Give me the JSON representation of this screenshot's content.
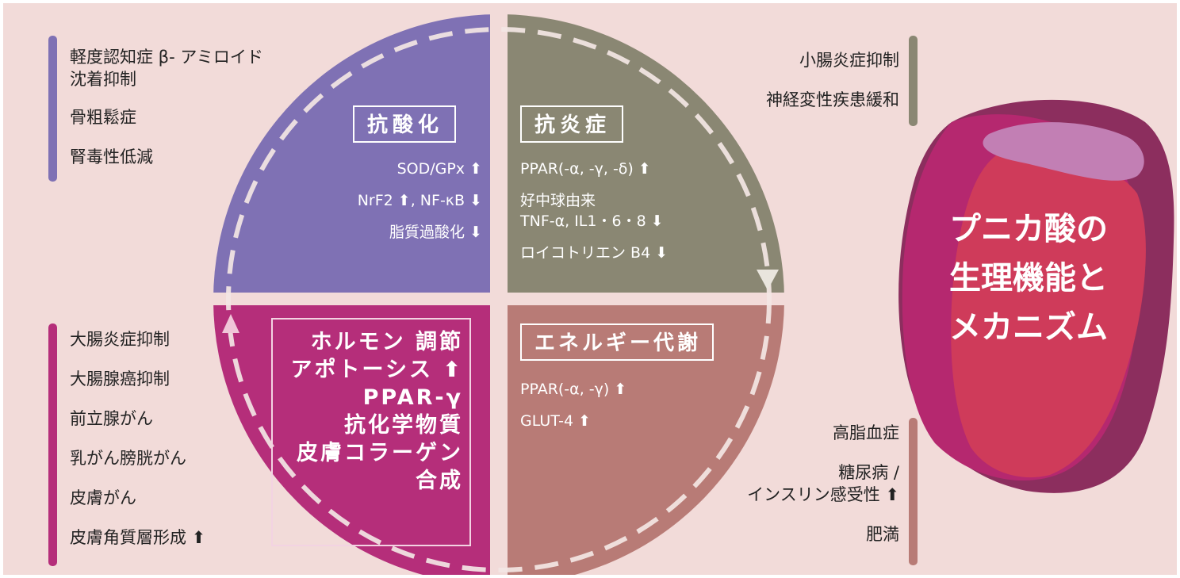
{
  "colors": {
    "background": "#f2dbd9",
    "purple": "#7f71b4",
    "olive": "#8a8773",
    "magenta": "#b52e7a",
    "rose": "#b87b76",
    "fruit_dark": "#8c2e5e",
    "fruit_mid": "#b5286f",
    "fruit_red": "#cf3b5a",
    "fruit_highlight": "#c27fb4"
  },
  "left_top": {
    "items": [
      "軽度認知症 β- アミロイド\n沈着抑制",
      "骨粗鬆症",
      "腎毒性低減"
    ]
  },
  "right_top": {
    "items": [
      "小腸炎症抑制",
      "神経変性疾患緩和"
    ]
  },
  "left_bottom": {
    "items": [
      "大腸炎症抑制",
      "大腸腺癌抑制",
      "前立腺がん",
      "乳がん膀胱がん",
      "皮膚がん",
      "皮膚角質層形成 ⬆"
    ]
  },
  "right_bottom": {
    "items": [
      "高脂血症",
      "糖尿病 /\nインスリン感受性 ⬆",
      "肥満"
    ]
  },
  "quadrants": {
    "antioxidant": {
      "title": "抗酸化",
      "lines": [
        "SOD/GPx ⬆",
        "NrF2 ⬆, NF-κB ⬇",
        "脂質過酸化 ⬇"
      ]
    },
    "antiinflammatory": {
      "title": "抗炎症",
      "lines": [
        "PPAR(-α, -γ, -δ) ⬆",
        "好中球由来\nTNF-α, IL1・6・8 ⬇",
        "ロイコトリエン B4 ⬇"
      ]
    },
    "hormone": {
      "lines": [
        "ホルモン 調節",
        "アポトーシス ⬆",
        "PPAR-γ",
        "抗化学物質",
        "皮膚コラーゲン\n合成"
      ]
    },
    "energy": {
      "title": "エネルギー代謝",
      "lines": [
        "PPAR(-α, -γ) ⬆",
        "GLUT-4 ⬆"
      ]
    }
  },
  "mechanism": {
    "lines": [
      "プニカ酸の",
      "生理機能と",
      "メカニズム"
    ]
  }
}
